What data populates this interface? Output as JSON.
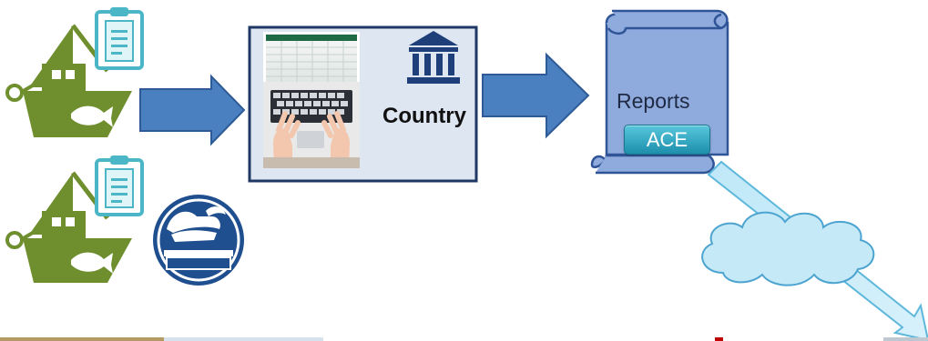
{
  "labels": {
    "country": "Country",
    "reports": "Reports",
    "ace": "ACE"
  },
  "icons": {
    "vessel_top": "fishing-boat-icon",
    "clipboard_top": "clipboard-icon",
    "vessel_bottom": "fishing-boat-icon",
    "clipboard_bottom": "clipboard-icon",
    "observer": "observer-logo-icon",
    "laptop": "laptop-spreadsheet-icon",
    "institution": "government-building-icon",
    "scroll": "report-scroll-icon",
    "cloud": "cloud-icon"
  },
  "colors": {
    "vessel": "#6f8f2f",
    "arrow": "#4a7fc0",
    "arrow_border": "#2e5b96",
    "country_panel": "#dde6f1",
    "country_border": "#203864",
    "scroll": "#8faadc",
    "ace_badge": "#2ba6c5",
    "cloud": "#c5e9f7",
    "observer_logo": "#1f4f8f"
  }
}
